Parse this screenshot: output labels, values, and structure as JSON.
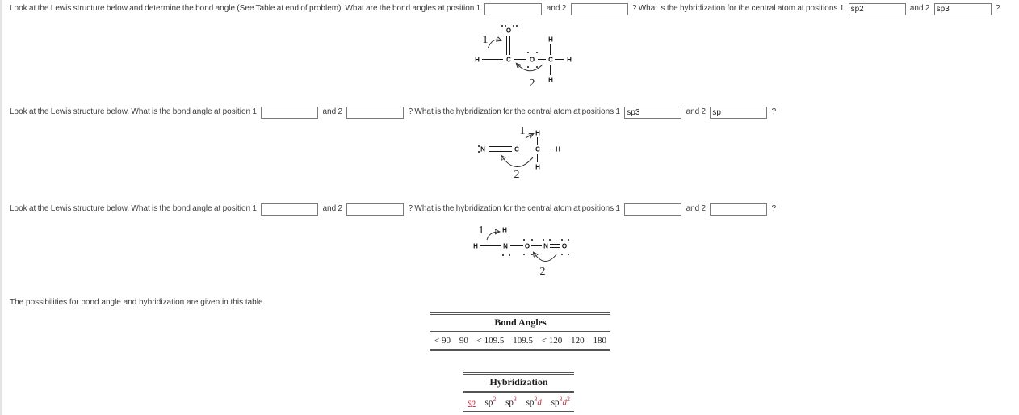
{
  "colors": {
    "accent_red": "#cc3344",
    "table_rule": "#555555"
  },
  "questions": [
    {
      "text_before_angle1": "Look at the Lewis structure below and determine the bond angle (See Table at end of problem). What are the bond angles at position 1",
      "text_between_angles": "and 2",
      "text_before_hyb1": "? What is the hybridization for the central atom at positions 1",
      "text_between_hybs": "and 2",
      "text_end": "?",
      "angle1": "",
      "angle2": "",
      "hyb1": "sp2",
      "hyb2": "sp3"
    },
    {
      "text_before_angle1": "Look at the Lewis structure below. What is the bond angle at position 1",
      "text_between_angles": "and 2",
      "text_before_hyb1": "? What is the hybridization for the central atom at positions 1",
      "text_between_hybs": "and 2",
      "text_end": "?",
      "angle1": "",
      "angle2": "",
      "hyb1": "sp3",
      "hyb2": "sp"
    },
    {
      "text_before_angle1": "Look at the Lewis structure below. What is the bond angle at position 1",
      "text_between_angles": "and 2",
      "text_before_hyb1": "? What is the hybridization for the central atom at positions 1",
      "text_between_hybs": "and 2",
      "text_end": "?",
      "angle1": "",
      "angle2": "",
      "hyb1": "",
      "hyb2": ""
    }
  ],
  "diagrams": [
    {
      "description": "methyl formate H-C(=O)-O-CH3",
      "position1_label": "1",
      "position2_label": "2",
      "atoms": {
        "o_carbonyl": "O",
        "c_central": "C",
        "h_left": "H",
        "o_ester": "O",
        "c_methyl": "C",
        "h_top": "H",
        "h_right": "H",
        "h_bottom": "H"
      }
    },
    {
      "description": "acetonitrile N#C-CH3",
      "position1_label": "1",
      "position2_label": "2",
      "atoms": {
        "n": "N",
        "c_nitrile": "C",
        "c_methyl": "C",
        "h_top": "H",
        "h_right": "H",
        "h_bottom": "H"
      }
    },
    {
      "description": "H2N-O-N=O",
      "position1_label": "1",
      "position2_label": "2",
      "atoms": {
        "h_top": "H",
        "h_left": "H",
        "n_central": "N",
        "o_middle": "O",
        "n_nitroso": "N",
        "o_terminal": "O"
      }
    }
  ],
  "note": "The possibilities for bond angle and hybridization are given in this table.",
  "bond_angles_table": {
    "title": "Bond Angles",
    "values": [
      "< 90",
      "90",
      "< 109.5",
      "109.5",
      "< 120",
      "120",
      "180"
    ]
  },
  "hybridization_table": {
    "title": "Hybridization",
    "entries": [
      {
        "base": "sp",
        "sup": "",
        "d": "",
        "dsup": ""
      },
      {
        "base": "sp",
        "sup": "2",
        "d": "",
        "dsup": ""
      },
      {
        "base": "sp",
        "sup": "3",
        "d": "",
        "dsup": ""
      },
      {
        "base": "sp",
        "sup": "3",
        "d": "d",
        "dsup": ""
      },
      {
        "base": "sp",
        "sup": "3",
        "d": "d",
        "dsup": "2"
      }
    ]
  }
}
